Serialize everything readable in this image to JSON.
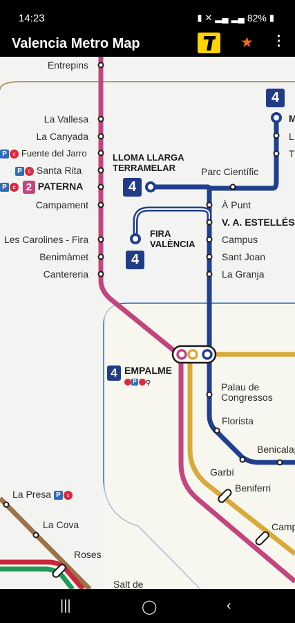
{
  "status_bar": {
    "time": "14:23",
    "battery": "82%"
  },
  "app_bar": {
    "title": "Valencia Metro Map"
  },
  "colors": {
    "line4": "#1f3f8f",
    "line1": "#c4447e",
    "line2": "#d9a93a",
    "zone": "#2a69b5",
    "brown": "#9c7448",
    "red": "#c8283a",
    "green": "#1f9a5a"
  },
  "line_badge": "4",
  "line2_badge": "2",
  "stations_left": [
    "Entrepins",
    "La Vallesa",
    "La Canyada",
    "Fuente del Jarro",
    "Santa Rita",
    "PATERNA",
    "Campament",
    "Les Carolines - Fira",
    "Benimàmet",
    "Cantereria"
  ],
  "stations_line4": [
    "Parc Científic",
    "À Punt",
    "V. A. ESTELLÉS",
    "Campus",
    "Sant Joan",
    "La Granja"
  ],
  "lloma_llarga": {
    "line1": "LLOMA LLARGA",
    "line2": "TERRAMELAR"
  },
  "fira": {
    "line1": "FIRA",
    "line2": "VALÈNCIA"
  },
  "empalme": "EMPALME",
  "top_right": {
    "m": "M",
    "l": "L",
    "t": "T"
  },
  "lower_stations": {
    "palau_1": "Palau de",
    "palau_2": "Congressos",
    "florista": "Florista",
    "benicalap": "Benicalap",
    "garbi": "Garbí",
    "beniferri": "Beniferri",
    "camp": "Camp",
    "la_presa": "La Presa",
    "la_cova": "La Cova",
    "roses": "Roses",
    "salt_de": "Salt de"
  },
  "parking_letter": "P"
}
